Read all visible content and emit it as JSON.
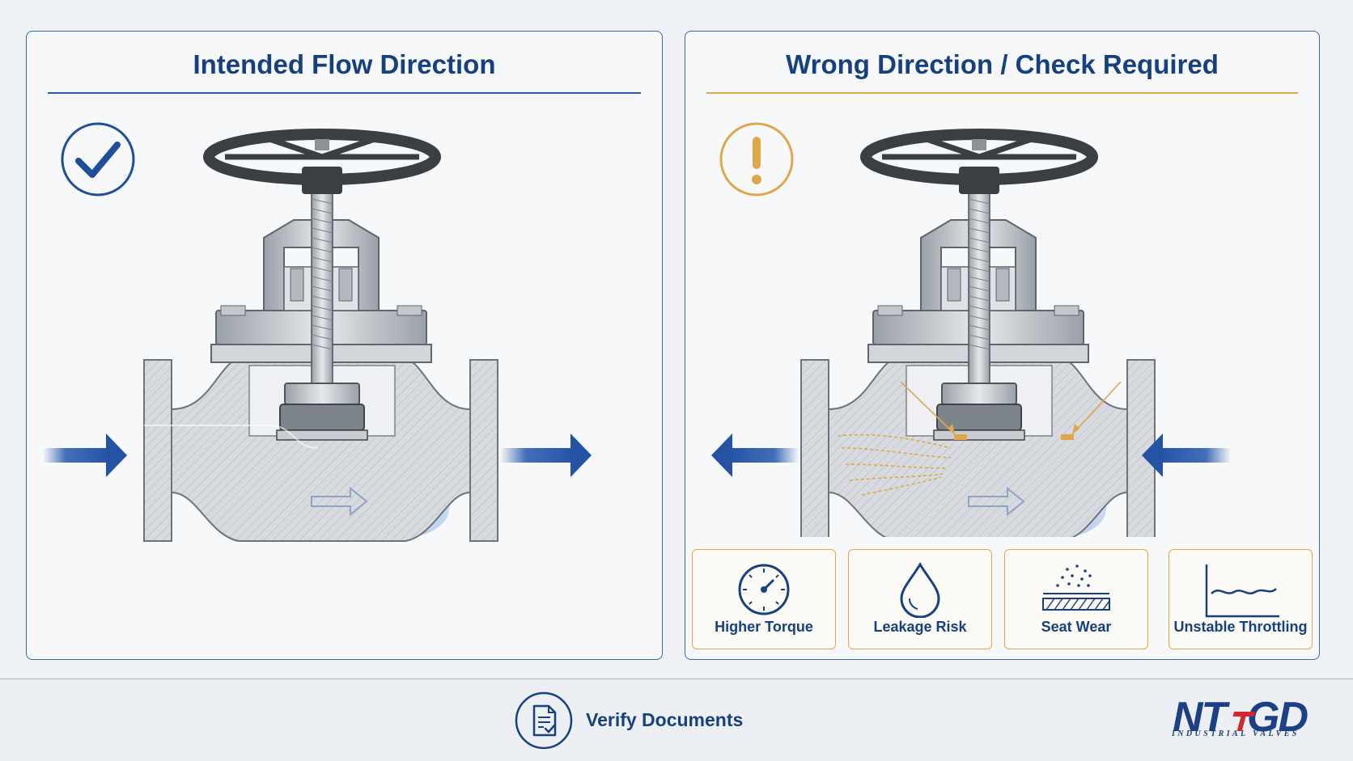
{
  "panels": {
    "intended": {
      "title": "Intended Flow Direction",
      "status_icon": "check-circle-icon",
      "accent": "#1f4f99"
    },
    "wrong": {
      "title": "Wrong Direction / Check Required",
      "status_icon": "exclamation-circle-icon",
      "accent": "#e0a64a",
      "effects": [
        {
          "label": "Higher Torque",
          "icon": "gauge-icon"
        },
        {
          "label": "Leakage Risk",
          "icon": "droplet-icon"
        },
        {
          "label": "Seat Wear",
          "icon": "seat-wear-icon"
        },
        {
          "label": "Unstable Throttling",
          "icon": "wavy-line-chart-icon"
        }
      ]
    }
  },
  "footer": {
    "verify_label": "Verify Documents",
    "verify_icon": "document-check-icon",
    "logo_text": "NTGD",
    "logo_subtitle": "INDUSTRIAL VALVES"
  },
  "colors": {
    "navy": "#17407f",
    "flow_blue": "#2f5eb0",
    "warning": "#e0a64a",
    "background": "#eef1f5"
  }
}
